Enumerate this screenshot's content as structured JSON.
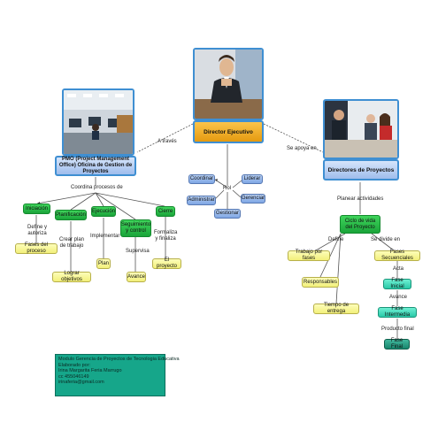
{
  "nodes": {
    "director": "Director Ejecutivo",
    "pmo": "PMO (Project Management Office) Oficina de Gestion de Proyectos",
    "directores": "Directores de Proyectos",
    "coordinar": "Coordinar",
    "liderar": "Liderar",
    "administrar": "Administrar",
    "gerenciar": "Gerenciar",
    "gestionar": "Gestionar",
    "iniciacion": "Iniciación",
    "planificacion": "Planificación",
    "ejecucion": "Ejecución",
    "seguimiento": "Seguimiento y control",
    "cierre": "Cierre",
    "fases_proceso": "Fases del proceso",
    "lograr": "Lograr objetivos",
    "plan": "Plan",
    "avance": "Avance",
    "el_proyecto": "El proyecto",
    "ciclo": "Ciclo de vida del Proyecto",
    "trabajo_fases": "Trabajo por fases",
    "responsables": "Responsables",
    "tiempo": "Tiempo de entrega",
    "fases_sec": "Fases Secuenciales",
    "fase_inicial": "Fase Inicial",
    "fase_intermedia": "Fase Intermedia",
    "fase_final": "Fase Final"
  },
  "labels": {
    "a_traves": "A través",
    "se_apoya": "Se apoya en",
    "rol": "Rol",
    "coordina": "Coordina procesos de",
    "define_autoriza": "Define y autoriza",
    "crear_plan": "Crear plan de trabajo",
    "implementar": "Implementar",
    "supervisa": "Supervisa",
    "formaliza": "Formaliza y finaliza",
    "planear": "Planear actividades",
    "define": "Define",
    "se_divide": "Se divide en",
    "acta": "Acta",
    "avance": "Avance",
    "producto_final": "Producto final"
  },
  "info": {
    "line1": "Modulo Gerencia de Proyectos de Tecnologia Educativa",
    "line2": "Elaborado por:",
    "line3": "Irina Margarita Feria Marrugo",
    "line4": "cc 455046149",
    "line5": "irinaferia@gmail.com"
  }
}
